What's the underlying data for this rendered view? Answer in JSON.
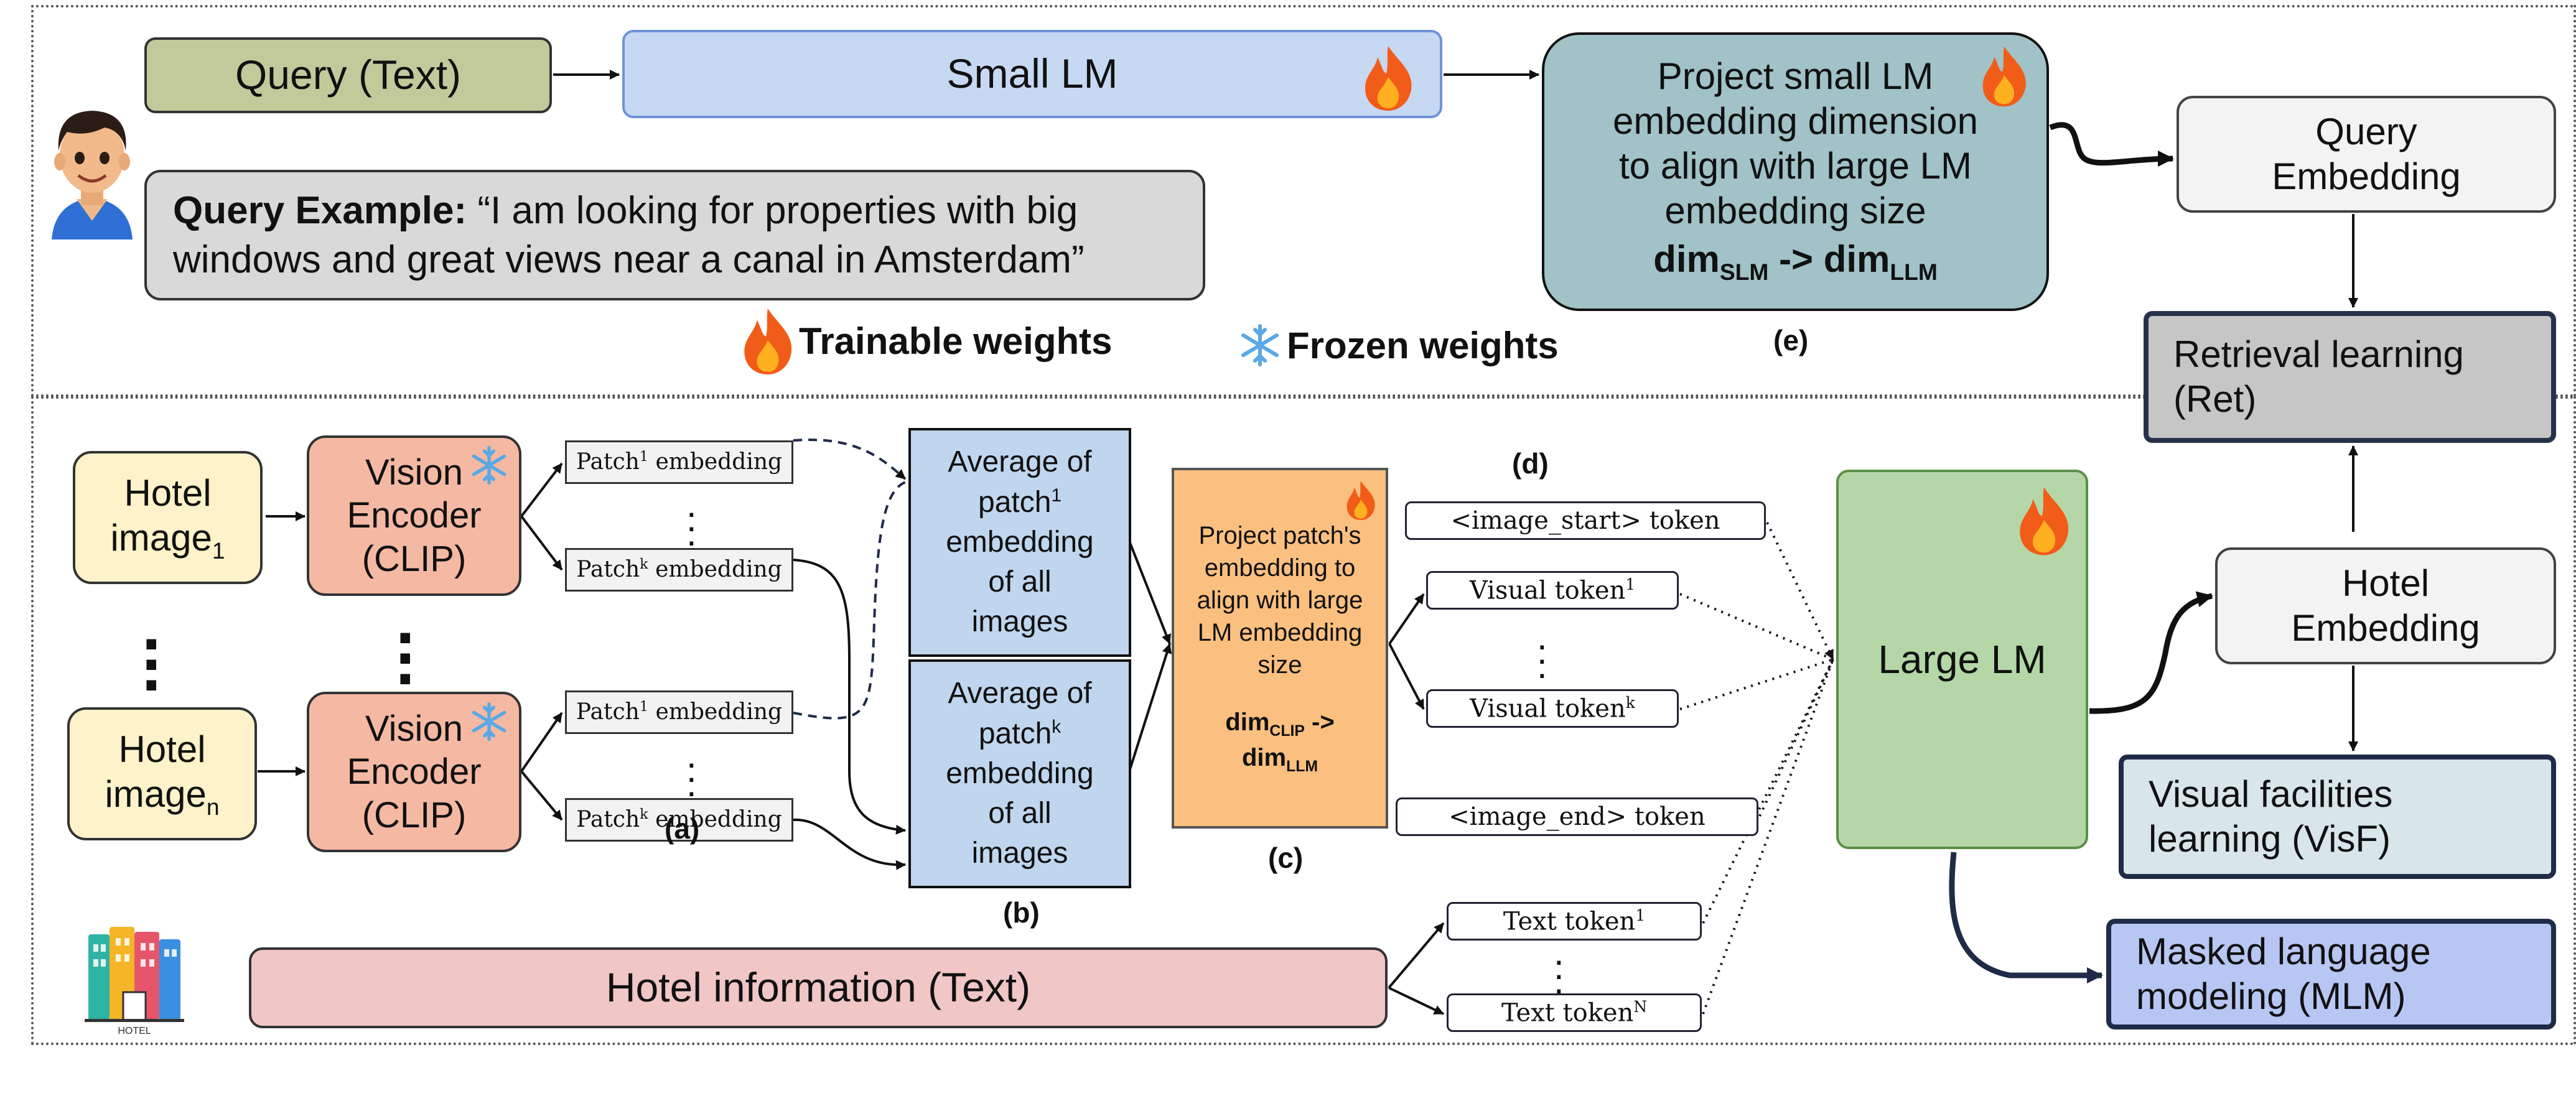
{
  "top": {
    "query_text": "Query (Text)",
    "small_lm": "Small LM",
    "project_small_lines": [
      "Project small LM",
      "embedding dimension",
      "to align with large LM",
      "embedding size"
    ],
    "dim_slm_main": "dim",
    "dim_slm_sub": "SLM",
    "dim_arrow": " -> dim",
    "dim_llm_sub": "LLM",
    "label_e": "(e)",
    "query_embedding_lines": [
      "Query",
      "Embedding"
    ],
    "query_example_bold": "Query Example:",
    "query_example_text": " “I am looking for properties with big windows and great views near a canal in Amsterdam”",
    "legend_trainable": "Trainable weights",
    "legend_frozen": "Frozen weights"
  },
  "heads": {
    "retrieval_lines": [
      "Retrieval learning",
      "(Ret)"
    ],
    "visf_lines": [
      "Visual facilities",
      "learning (VisF)"
    ],
    "mlm_lines": [
      "Masked language",
      "modeling (MLM)"
    ]
  },
  "bottom": {
    "hotel_image_1": {
      "line1": "Hotel",
      "line2": "image",
      "sub": "1"
    },
    "hotel_image_n": {
      "line1": "Hotel",
      "line2": "image",
      "sub": "n"
    },
    "vision_encoder_lines": [
      "Vision",
      "Encoder",
      "(CLIP)"
    ],
    "patch_word": "Patch",
    "patch_sup_1": "1",
    "patch_sup_k": "k",
    "embedding_word": " embedding",
    "avg_1_lines": [
      "Average of",
      "patch",
      "embedding",
      "of all",
      "images"
    ],
    "avg_1_sup": "1",
    "avg_k_sup": "k",
    "label_a": "(a)",
    "label_b": "(b)",
    "label_c": "(c)",
    "label_d": "(d)",
    "project_patch_lines": [
      "Project patch's",
      "embedding to",
      "align with large",
      "LM embedding",
      "size"
    ],
    "dim_clip_main": "dim",
    "dim_clip_sub": "CLIP",
    "dim_clip_arrow": " ->",
    "dim_llm2_main": "dim",
    "dim_llm2_sub": "LLM",
    "image_start": "<image_start> token",
    "visual_token": "Visual token",
    "visual_sup_1": "1",
    "visual_sup_k": "k",
    "image_end": "<image_end> token",
    "text_token": "Text token",
    "text_sup_1": "1",
    "text_sup_n": "N",
    "large_lm": "Large LM",
    "hotel_embedding_lines": [
      "Hotel",
      "Embedding"
    ],
    "hotel_info": "Hotel information (Text)",
    "hotel_icon_caption": "HOTEL"
  },
  "colors": {
    "query_text_fill": "#c2c99b",
    "small_lm_fill": "#c7d8f3",
    "project_small_fill": "#a1c2c6",
    "retrieval_fill": "#c6c6c6",
    "hotel_image_fill": "#fdf2c9",
    "vision_encoder_fill": "#f5b9a3",
    "average_fill": "#bfd6ee",
    "project_patch_fill": "#fbc07f",
    "large_lm_fill": "#b5d7a7",
    "visf_fill": "#d9e6e9",
    "mlm_fill": "#b8c6f3",
    "hotel_info_fill": "#f1c6c6"
  },
  "icons": [
    "user-avatar-icon",
    "flame-icon",
    "snowflake-icon",
    "hotel-building-icon"
  ]
}
